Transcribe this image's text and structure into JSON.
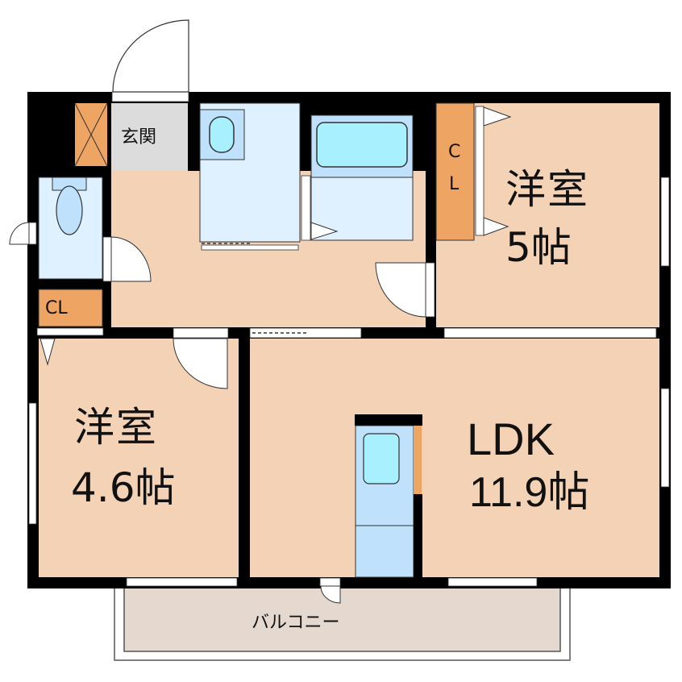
{
  "floor_plan": {
    "colors": {
      "wall": "#000000",
      "room": "#f3d2b5",
      "wet_area": "#dff1fe",
      "fixture": "#bfe1fb",
      "tub": "#a8f0fd",
      "closet": "#eea463",
      "entrance": "#dcdcdc",
      "balcony": "#e4d8cf"
    },
    "rooms": {
      "entrance": {
        "label": "玄関"
      },
      "western_room_1": {
        "label": "洋室",
        "size": "5帖"
      },
      "western_room_2": {
        "label": "洋室",
        "size": "4.6帖"
      },
      "ldk": {
        "label": "LDK",
        "size": "11.9帖"
      },
      "closet_1": {
        "label": "CL"
      },
      "closet_2_c": {
        "label": "C"
      },
      "closet_2_l": {
        "label": "L"
      },
      "balcony": {
        "label": "バルコニー"
      }
    }
  }
}
